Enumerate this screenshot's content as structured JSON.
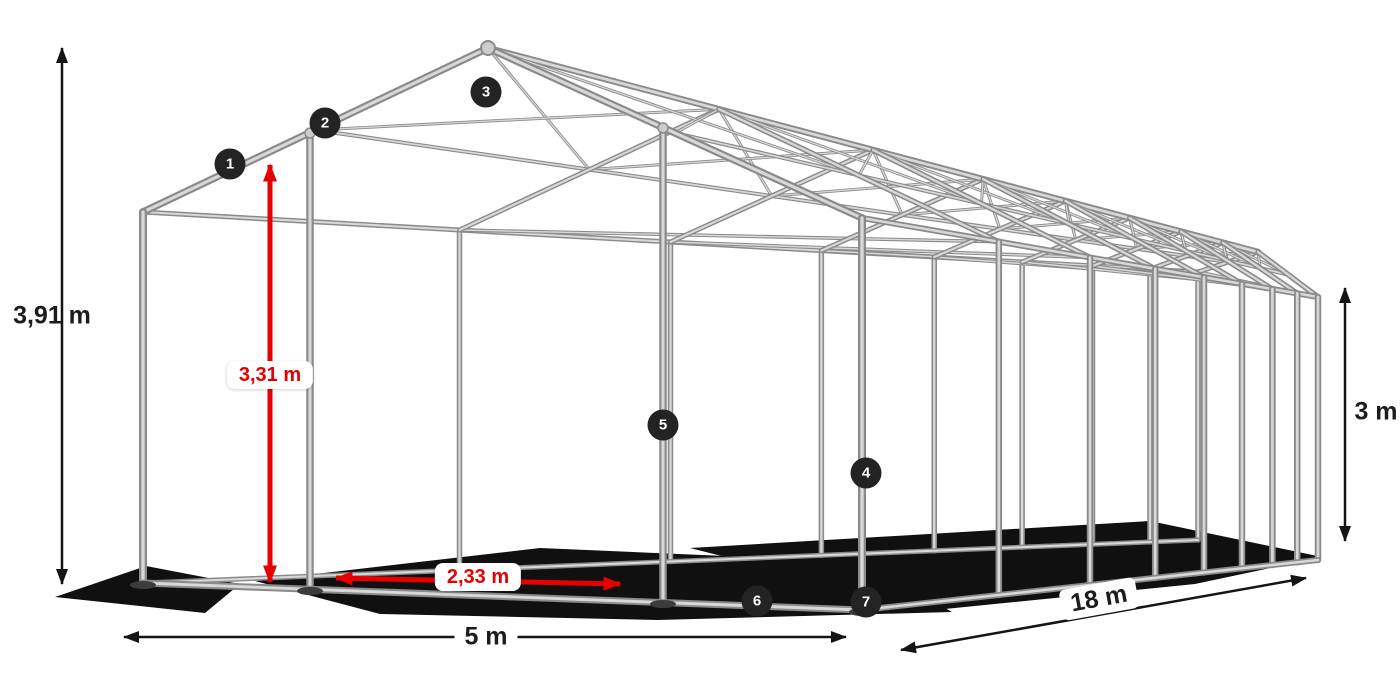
{
  "diagram": {
    "type": "tent-frame-structure-diagram",
    "dimensions": {
      "total_height": "3,91 m",
      "inner_height": "3,31 m",
      "entrance_width": "2,33 m",
      "front_width": "5 m",
      "length": "18 m",
      "side_height": "3 m"
    },
    "part_markers": [
      {
        "number": "1"
      },
      {
        "number": "2"
      },
      {
        "number": "3"
      },
      {
        "number": "4"
      },
      {
        "number": "5"
      },
      {
        "number": "6"
      },
      {
        "number": "7"
      }
    ],
    "colors": {
      "marker_background": "#232323",
      "dimension_black": "#141414",
      "dimension_accent_red": "#e60000",
      "frame_tube_gray": "#8a8a8a",
      "shadow_black": "#101010"
    }
  }
}
